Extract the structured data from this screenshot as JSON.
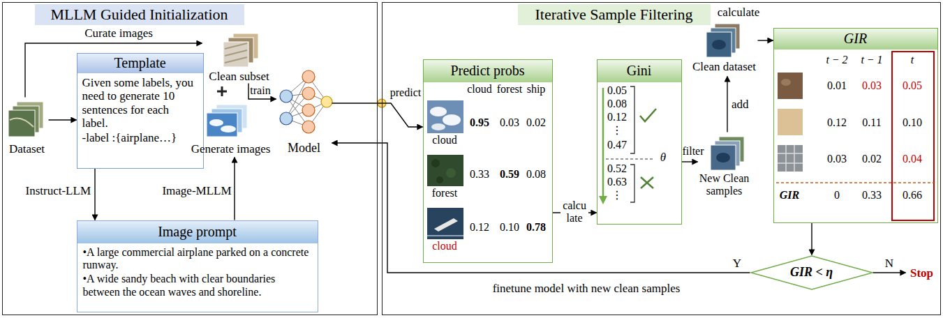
{
  "diagram": {
    "nodes": [
      {
        "text": [
          "MLLM Guided Initialization"
        ]
      },
      {
        "text": [
          "Dataset"
        ],
        "in": 0
      },
      {
        "text": [
          "Template",
          "Given some labels, you need to generate 10 sentences for each label.",
          "-label :{airplane…}"
        ],
        "in": 0
      },
      {
        "text": [
          "Image prompt",
          "•A large commercial airplane parked on a concrete runway.",
          "•A wide sandy beach with clear boundaries between the ocean waves and shoreline."
        ],
        "in": 0
      },
      {
        "text": [
          "Clean subset"
        ],
        "in": 0
      },
      {
        "text": [
          "Generate images"
        ],
        "in": 0
      },
      {
        "text": [
          "Model"
        ],
        "in": 0
      },
      {
        "text": [
          "Iterative Sample Filtering"
        ]
      },
      {
        "text": [
          "Predict probs",
          "cloud",
          "forest",
          "ship",
          "0.95",
          "0.03",
          "0.02",
          "cloud",
          "0.33",
          "0.59",
          "0.08",
          "forest",
          "0.12",
          "0.10",
          "0.78",
          "cloud"
        ],
        "in": 7
      },
      {
        "text": [
          "Gini",
          "0.05",
          "0.08",
          "0.12",
          "⋮",
          "0.47",
          "0.52",
          "0.63",
          "⋮"
        ],
        "in": 7
      },
      {
        "text": [
          "Clean dataset"
        ],
        "in": 7
      },
      {
        "text": [
          "New Clean samples"
        ],
        "in": 7
      },
      {
        "text": [
          "GIR",
          "t − 2",
          "t − 1",
          "t",
          "0.01",
          "0.03",
          "0.05",
          "0.12",
          "0.11",
          "0.10",
          "0.03",
          "0.02",
          "0.04",
          "GIR",
          "0",
          "0.33",
          "0.66"
        ],
        "in": 7
      },
      {
        "text": [
          "GIR < η"
        ],
        "in": 7
      },
      {
        "text": [
          "Stop"
        ],
        "in": 7
      }
    ],
    "edges": [
      {
        "from": 1,
        "to": 4,
        "arrow": "to",
        "label": "Curate images"
      },
      {
        "from": 1,
        "to": 2,
        "arrow": "to"
      },
      {
        "from": 2,
        "to": 3,
        "arrow": "to",
        "label": "Instruct-LLM"
      },
      {
        "from": 3,
        "to": 5,
        "arrow": "to",
        "label": "Image-MLLM"
      },
      {
        "from": 4,
        "to": 6,
        "arrow": "to",
        "label": "train"
      },
      {
        "from": 6,
        "to": 8,
        "arrow": "to",
        "label": "predict"
      },
      {
        "from": 8,
        "to": 9,
        "arrow": "to",
        "label": "calcu late"
      },
      {
        "from": 9,
        "to": 11,
        "arrow": "to",
        "label": "filter"
      },
      {
        "from": 11,
        "to": 10,
        "arrow": "to",
        "label": "add"
      },
      {
        "from": 10,
        "to": 12,
        "arrow": "to",
        "label": "calculate"
      },
      {
        "from": 12,
        "to": 13,
        "arrow": "to"
      },
      {
        "from": 13,
        "to": 6,
        "arrow": "to",
        "label": "Y"
      },
      {
        "from": 13,
        "to": 14,
        "arrow": "to",
        "label": "N"
      }
    ],
    "labels": [
      "θ",
      "finetune model with new clean samples"
    ]
  }
}
